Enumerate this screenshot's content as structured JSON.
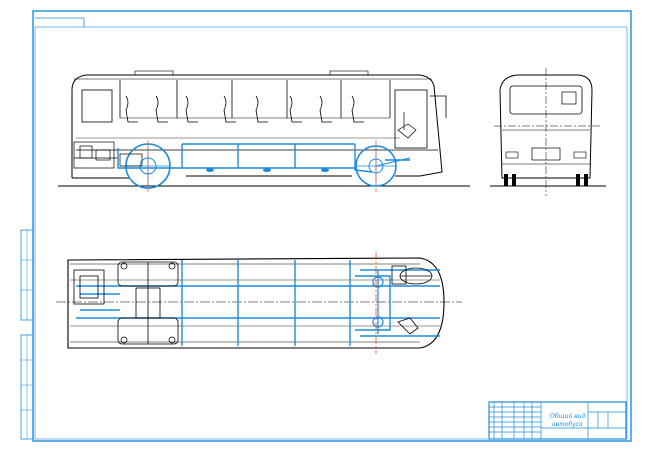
{
  "drawing": {
    "title_block": {
      "title_line1": "Общий вид",
      "title_line2": "автобуса"
    },
    "colors": {
      "frame": "#1f8bdc",
      "outline": "#000000",
      "chassis": "#1f8bdc",
      "centerline": "#ff4a1a",
      "background": "#ffffff"
    },
    "views": [
      "side-view",
      "rear-view",
      "top-view"
    ]
  }
}
